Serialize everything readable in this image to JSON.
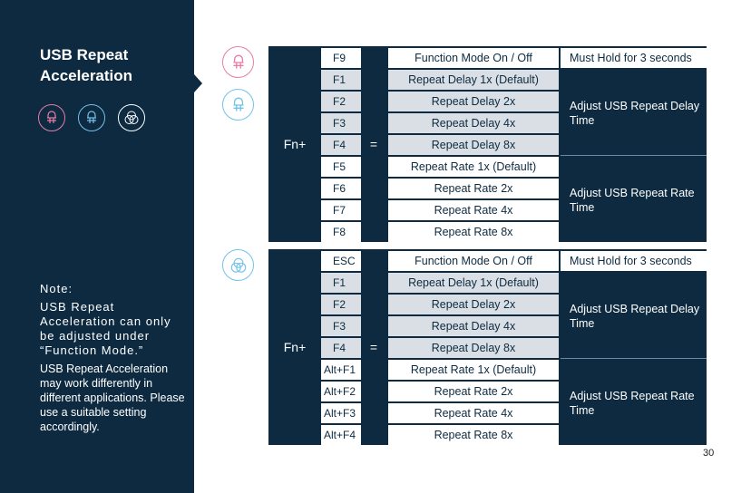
{
  "sidebar": {
    "title": "USB Repeat Acceleration",
    "icons": [
      "pink-led-icon",
      "blue-led-icon",
      "rgb-circles-icon"
    ],
    "note_heading": "Note:",
    "note_p1": "USB Repeat Acceleration can only be adjusted under “Function Mode.”",
    "note_p2": "USB Repeat Acceleration may work differently in different applications. Please use a suitable setting accordingly."
  },
  "tables": [
    {
      "modifier": "Fn+",
      "equals": "=",
      "rows": [
        {
          "key": "F9",
          "function": "Function Mode On / Off"
        },
        {
          "key": "F1",
          "function": "Repeat Delay 1x (Default)"
        },
        {
          "key": "F2",
          "function": "Repeat Delay 2x"
        },
        {
          "key": "F3",
          "function": "Repeat Delay 4x"
        },
        {
          "key": "F4",
          "function": "Repeat Delay 8x"
        },
        {
          "key": "F5",
          "function": "Repeat Rate 1x (Default)"
        },
        {
          "key": "F6",
          "function": "Repeat Rate 2x"
        },
        {
          "key": "F7",
          "function": "Repeat Rate 4x"
        },
        {
          "key": "F8",
          "function": "Repeat Rate 8x"
        }
      ],
      "hold_note": "Must Hold for 3 seconds",
      "delay_note": "Adjust USB Repeat Delay Time",
      "rate_note": "Adjust USB Repeat Rate Time"
    },
    {
      "modifier": "Fn+",
      "equals": "=",
      "rows": [
        {
          "key": "ESC",
          "function": "Function Mode On / Off"
        },
        {
          "key": "F1",
          "function": "Repeat Delay 1x (Default)"
        },
        {
          "key": "F2",
          "function": "Repeat Delay 2x"
        },
        {
          "key": "F3",
          "function": "Repeat Delay 4x"
        },
        {
          "key": "F4",
          "function": "Repeat Delay 8x"
        },
        {
          "key": "Alt+F1",
          "function": "Repeat Rate 1x (Default)"
        },
        {
          "key": "Alt+F2",
          "function": "Repeat Rate 2x"
        },
        {
          "key": "Alt+F3",
          "function": "Repeat Rate 4x"
        },
        {
          "key": "Alt+F4",
          "function": "Repeat Rate 8x"
        }
      ],
      "hold_note": "Must Hold for 3 seconds",
      "delay_note": "Adjust USB Repeat Delay Time",
      "rate_note": "Adjust USB Repeat Rate Time"
    }
  ],
  "page_number": "30",
  "colors": {
    "navy": "#0d2a40",
    "pink": "#e87ca8",
    "blue": "#72c2e8",
    "light_gray": "#d9dfe4"
  }
}
